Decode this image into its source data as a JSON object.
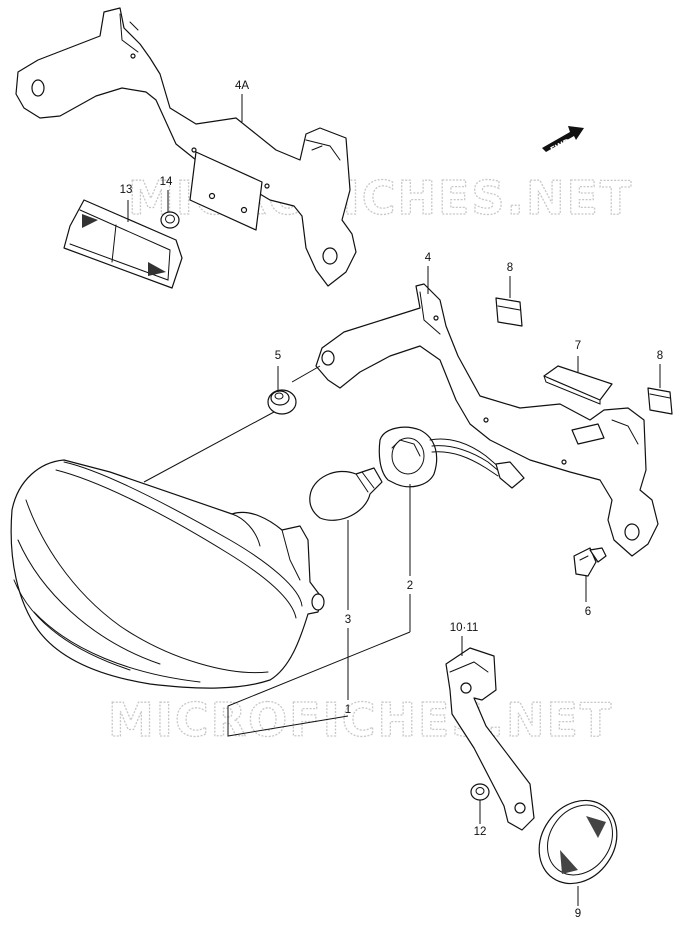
{
  "watermark": {
    "text": "MICROFICHES.NET",
    "color": "#c8c8c8"
  },
  "forward_indicator": {
    "label": "FWD",
    "icon": "forward-arrow-icon"
  },
  "callouts": {
    "c1": "1",
    "c2": "2",
    "c3": "3",
    "c4": "4",
    "c4a": "4A",
    "c5": "5",
    "c6": "6",
    "c7": "7",
    "c8a": "8",
    "c8b": "8",
    "c9": "9",
    "c10_11": "10·11",
    "c12": "12",
    "c13": "13",
    "c14": "14"
  },
  "colors": {
    "line": "#111111",
    "background": "#ffffff"
  }
}
